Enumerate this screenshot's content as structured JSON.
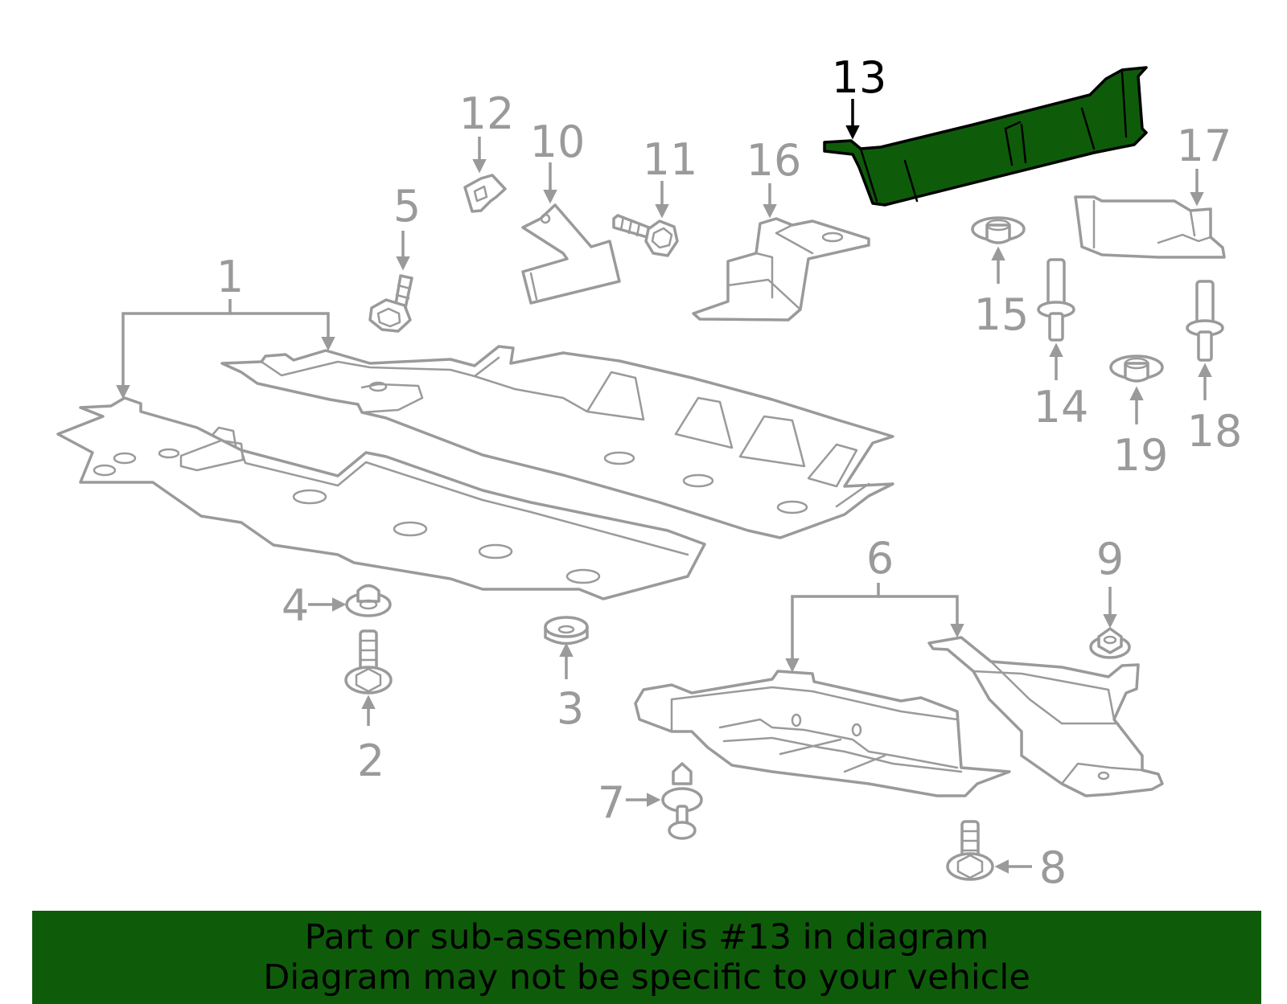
{
  "diagram": {
    "highlight_color": "#0e5c0a",
    "line_color": "#9a9a9a",
    "highlight_stroke": "#000000",
    "callouts": {
      "c1": "1",
      "c2": "2",
      "c3": "3",
      "c4": "4",
      "c5": "5",
      "c6": "6",
      "c7": "7",
      "c8": "8",
      "c9": "9",
      "c10": "10",
      "c11": "11",
      "c12": "12",
      "c13": "13",
      "c14": "14",
      "c15": "15",
      "c16": "16",
      "c17": "17",
      "c18": "18",
      "c19": "19"
    },
    "highlighted_part": "13"
  },
  "banner": {
    "line1": "Part or sub-assembly is #13 in diagram",
    "line2": "Diagram may not be specific to your vehicle",
    "background": "#0e5c0a"
  }
}
